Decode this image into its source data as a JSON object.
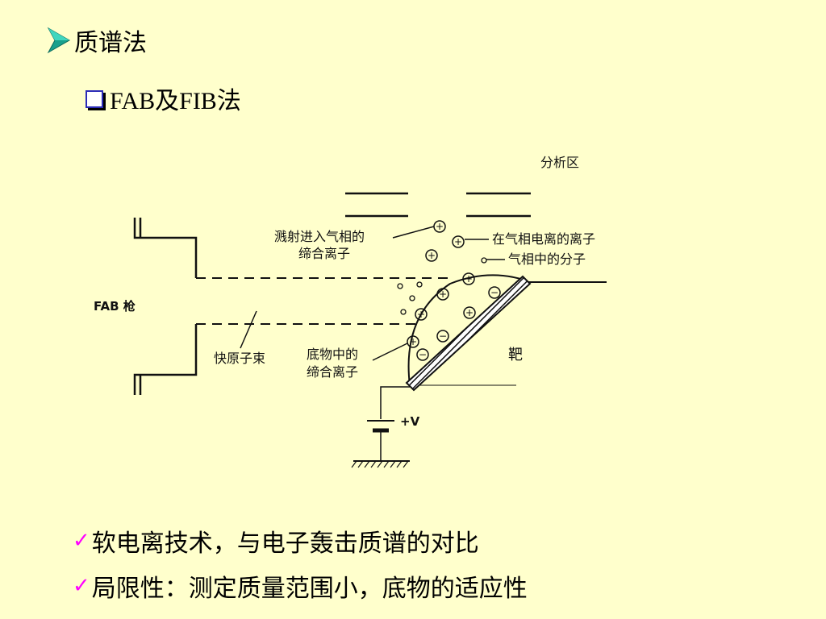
{
  "title": "质谱法",
  "subtitle": "FAB及FIB法",
  "diagram": {
    "analysis_zone": "分析区",
    "fab_gun": "FAB 枪",
    "sputtered_ions_line1": "溅射进入气相的",
    "sputtered_ions_line2": "缔合离子",
    "gas_phase_ions": "在气相电离的离子",
    "gas_phase_molecules": "气相中的分子",
    "fast_atom_beam": "快原子束",
    "substrate_ions_line1": "底物中的",
    "substrate_ions_line2": "缔合离子",
    "target": "靶",
    "voltage": "+V"
  },
  "bullets": [
    "软电离技术，与电子轰击质谱的对比",
    "局限性：测定质量范围小，底物的适应性"
  ],
  "colors": {
    "background": "#ffffcc",
    "arrow_bullet": "#1a9e8c",
    "check_bullet": "#ff00ff",
    "checkbox_bullet": "#2b2bb8"
  }
}
